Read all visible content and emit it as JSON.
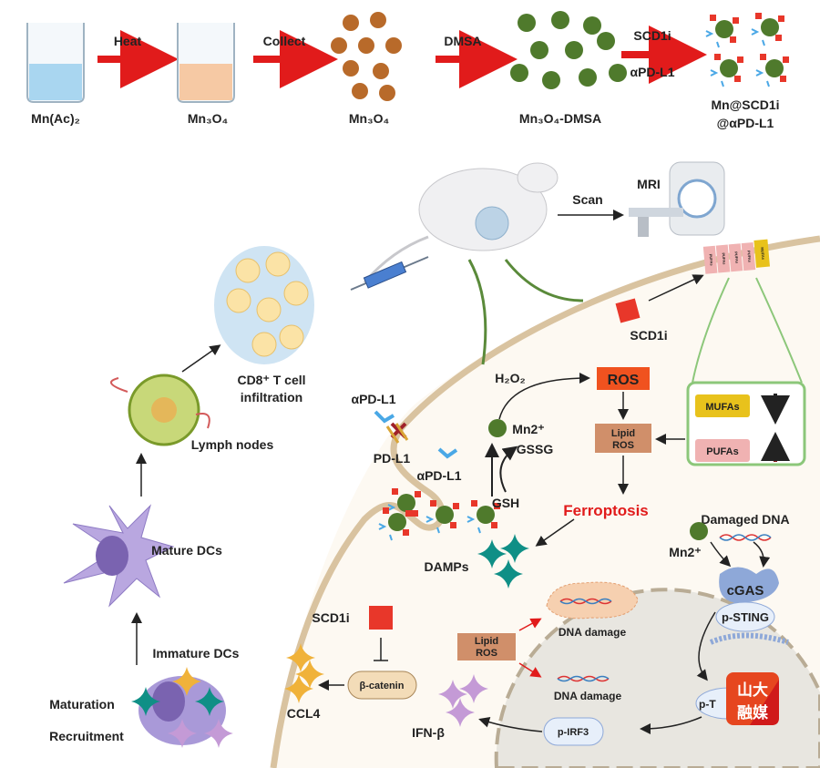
{
  "synthesis": {
    "steps": [
      {
        "label": "Mn(Ac)₂"
      },
      {
        "label": "Mn₃O₄"
      },
      {
        "label": "Mn₃O₄"
      },
      {
        "label": "Mn₃O₄-DMSA"
      },
      {
        "label_line1": "Mn@SCD1i",
        "label_line2": "@αPD-L1"
      }
    ],
    "arrows": [
      "Heat",
      "Collect",
      "DMSA"
    ],
    "final_arrow_top": "SCD1i",
    "final_arrow_bottom": "αPD-L1"
  },
  "imaging": {
    "scan": "Scan",
    "mri": "MRI"
  },
  "immune": {
    "cd8_line1": "CD8⁺ T cell",
    "cd8_line2": "infiltration",
    "lymph_nodes": "Lymph nodes",
    "mature_dcs": "Mature DCs",
    "immature_dcs": "Immature DCs",
    "maturation": "Maturation",
    "recruitment": "Recruitment"
  },
  "cell": {
    "apdl1_top": "αPD-L1",
    "pdl1": "PD-L1",
    "apdl1_mid": "αPD-L1",
    "h2o2": "H₂O₂",
    "ros": "ROS",
    "mn2": "Mn2⁺",
    "gssg": "GSSG",
    "gsh": "GSH",
    "lipid_ros_line1": "Lipid",
    "lipid_ros_line2": "ROS",
    "ferroptosis": "Ferroptosis",
    "damps": "DAMPs",
    "scd1i_top": "SCD1i",
    "membrane_lipids": [
      "PUFAs",
      "PUFAs",
      "PUFAs",
      "PUFAs",
      "MUFAs"
    ],
    "mufas": "MUFAs",
    "pufas": "PUFAs",
    "damaged_dna": "Damaged DNA",
    "mn2_sting": "Mn2⁺",
    "cgas": "cGAS",
    "p_sting": "p-STING",
    "p_tbk": "p-T",
    "scd1i_bottom": "SCD1i",
    "beta_catenin": "β-catenin",
    "ccl4": "CCL4",
    "lipid_ros2_line1": "Lipid",
    "lipid_ros2_line2": "ROS",
    "dna_damage_mito": "DNA damage",
    "dna_damage_nucleus": "DNA damage",
    "ifn_beta": "IFN-β",
    "p_irf3": "p-IRF3"
  },
  "watermark": {
    "text": "山大融媒"
  },
  "colors": {
    "arrow_red": "#e11b1b",
    "particle_green": "#4f7a2c",
    "mn3o4_brown": "#b86a2a",
    "scd1i_red": "#e8372a",
    "antibody_blue": "#4aa8e6",
    "ros_orange": "#f0521f",
    "lipid_ros_tan": "#d08f6a",
    "mufa_yellow": "#e8c21c",
    "pufa_pink": "#f0b2b2",
    "cytoplasm": "#fdf9f2",
    "membrane": "#d9c3a0",
    "damps_teal": "#0f8f86",
    "ccl4_gold": "#f0b23a",
    "ifn_purple": "#c49ad6"
  }
}
